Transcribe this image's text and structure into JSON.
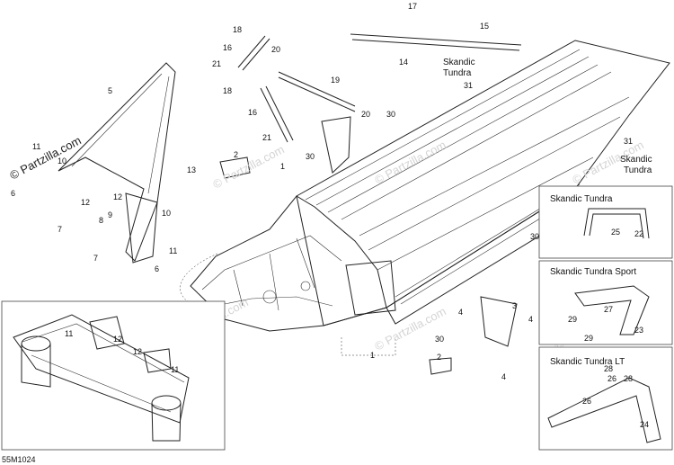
{
  "figure_code": "55M1024",
  "watermarks": [
    "© Partzilla.com"
  ],
  "callouts": [
    "1",
    "2",
    "3",
    "4",
    "5",
    "6",
    "7",
    "8",
    "9",
    "10",
    "11",
    "12",
    "13",
    "14",
    "15",
    "16",
    "17",
    "18",
    "19",
    "20",
    "21",
    "22",
    "23",
    "24",
    "25",
    "26",
    "27",
    "28",
    "29",
    "30",
    "31"
  ],
  "labels": {
    "skandic_tundra_a": "Skandic",
    "skandic_tundra_b": "Tundra"
  },
  "insets": {
    "tundra": "Skandic Tundra",
    "tundra_sport": "Skandic Tundra Sport",
    "tundra_lt": "Skandic Tundra LT"
  }
}
